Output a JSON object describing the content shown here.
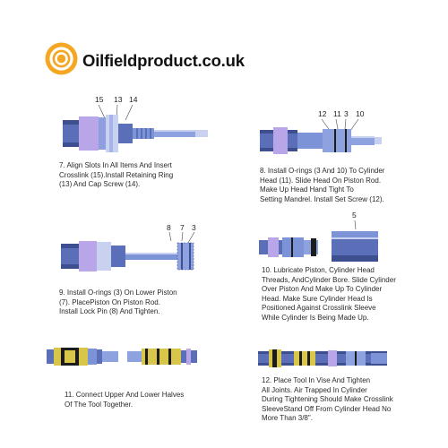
{
  "brand": {
    "name": "Oilfieldproduct.co.uk",
    "accent": "#f5a623"
  },
  "colors": {
    "body_blue": "#5b6fb8",
    "rod_blue": "#7d93d8",
    "pale_blue": "#c8d2f0",
    "purple": "#b9a6e8",
    "yellow": "#d8c64a",
    "black": "#1c1c1c"
  },
  "steps": [
    {
      "id": "step7",
      "labels": [
        "15",
        "13",
        "14"
      ],
      "caption": [
        "7. Align Slots In All Items And Insert",
        "Crosslink (15).Install Retaining Ring",
        "(13) And Cap Screw (14)."
      ]
    },
    {
      "id": "step8",
      "labels": [
        "12",
        "11",
        "3",
        "10"
      ],
      "caption": [
        "8. Install O-rings (3 And 10) To Cylinder",
        "Head (11). Slide Head On Piston Rod.",
        "Make Up Head Hand Tight To",
        "Setting Mandrel. Install Set Screw (12)."
      ]
    },
    {
      "id": "step9",
      "labels": [
        "8",
        "7",
        "3"
      ],
      "caption": [
        "9. Install O-rings (3) On Lower Piston",
        "(7). PlacePiston On Piston Rod.",
        "Install Lock Pin (8) And Tighten."
      ]
    },
    {
      "id": "step10",
      "labels": [
        "5"
      ],
      "caption": [
        "10. Lubricate Piston, Cylinder Head",
        "Threads, AndCylinder Bore. Slide Cylinder",
        "Over Piston And Make Up To Cylinder",
        "Head. Make Sure Cylinder Head Is",
        "Positioned Against Crosslink Sleeve",
        "While Cylinder Is Being Made Up."
      ]
    },
    {
      "id": "step11",
      "labels": [],
      "caption": [
        "11. Connect Upper And Lower Halves",
        "Of The Tool  Together."
      ]
    },
    {
      "id": "step12",
      "labels": [],
      "caption": [
        "12. Place Tool In Vise And Tighten",
        " All Joints. Air Trapped In Cylinder",
        "During Tightening Should Make Crosslink",
        "SleeveStand Off From Cylinder Head No",
        "More Than 3/8\"."
      ]
    }
  ]
}
